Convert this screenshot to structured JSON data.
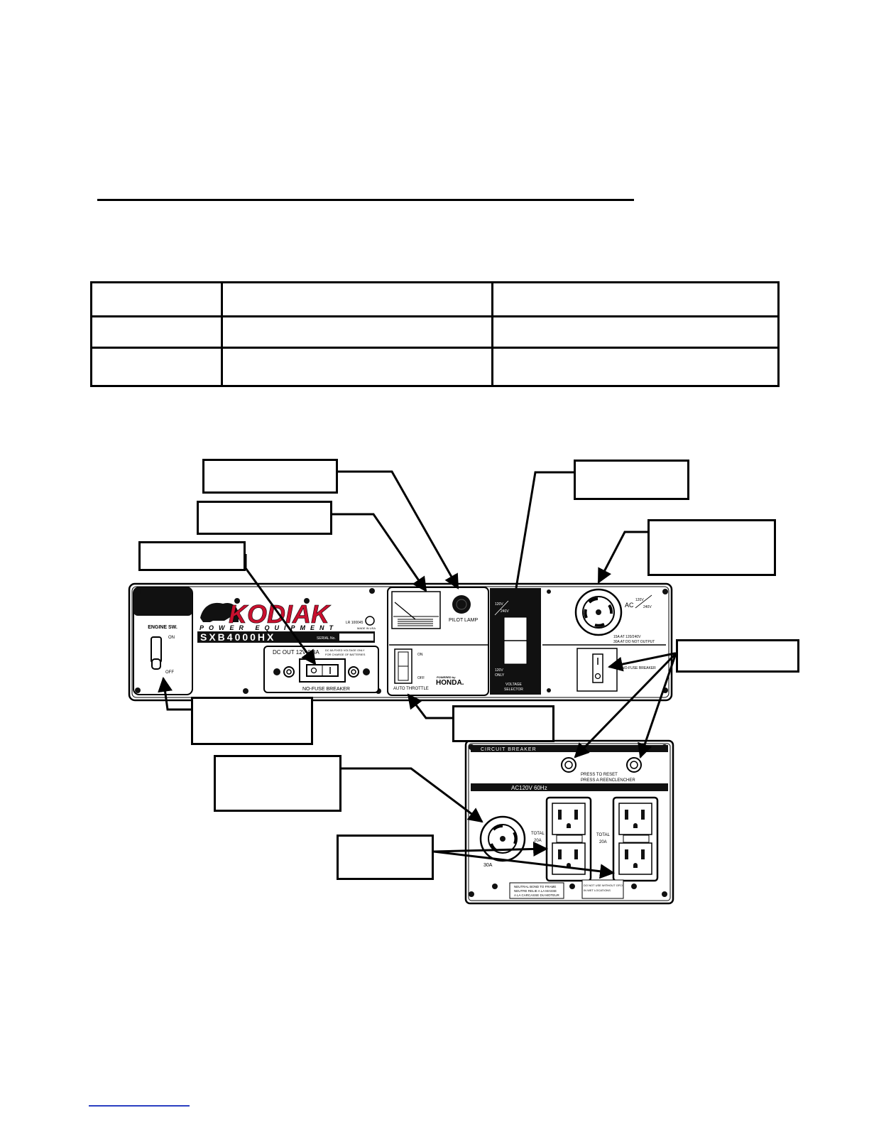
{
  "spec_table": {
    "rows": [
      [
        "",
        "",
        ""
      ],
      [
        "",
        "",
        ""
      ],
      [
        "",
        "",
        ""
      ]
    ]
  },
  "panel": {
    "brand": "KODIAK",
    "brand_sub": "POWER EQUIPMENT",
    "model": "SXB4000HX",
    "serial_label": "SERIAL No.",
    "listing": "LR 100045",
    "made_in": "MADE IN USA",
    "engine_switch": {
      "label": "ENGINE SW.",
      "on": "ON",
      "off": "OFF"
    },
    "dc_out": {
      "label": "DC OUT 12V 8.3A",
      "breaker_label": "NO-FUSE BREAKER",
      "note_line1": "DC 8A FIXED VOLTAGE ONLY",
      "note_line2": "FOR CHARGE OF BATTERIES",
      "minus": "−",
      "plus": "+"
    },
    "pilot_lamp": "PILOT LAMP",
    "auto_throttle": {
      "label": "AUTO THROTTLE",
      "on": "ON",
      "off": "OFF"
    },
    "powered_by": "POWERED by",
    "honda": "HONDA.",
    "voltage_selector": {
      "label_top": "120V",
      "label_top2": "240V",
      "label_bottom": "120V",
      "label_bottom2": "ONLY",
      "title_line1": "VOLTAGE",
      "title_line2": "SELECTOR"
    },
    "ac_outlet": {
      "label": "AC",
      "v1": "120V",
      "v2": "240V",
      "note_line1": "15A  AT 120/240V",
      "note_line2": "30A  AT DO NOT OUTPUT"
    },
    "no_fuse_breaker": "NO-FUSE BREAKER"
  },
  "lower_panel": {
    "circuit_breaker": "CIRCUIT BREAKER",
    "press_reset_line1": "PRESS TO RESET",
    "press_reset_line2": "PRESS A REENCLENCHER",
    "ac_label": "AC120V 60Hz",
    "twist_lock_amps": "30A",
    "total_label": "TOTAL",
    "total_amps": "20A",
    "bond_note_line1": "NEUTRAL BOND TO FRAME",
    "bond_note_line2": "NEUTRE RELIE A LA MASSE",
    "bond_note_line3": "A LA CARCASSE DU MOTEUR",
    "warning_note_line1": "DO NOT USE WITHOUT GFCI",
    "warning_note_line2": "IN WET LOCATIONS"
  }
}
